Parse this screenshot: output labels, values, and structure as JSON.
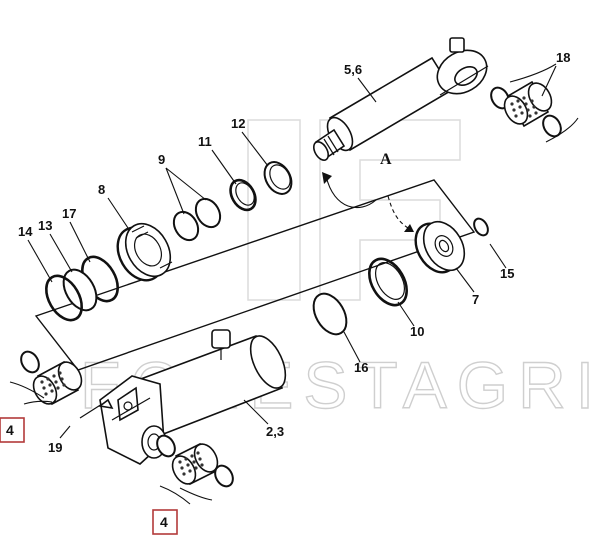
{
  "diagram": {
    "watermark": "FORESTAGRI",
    "labels": {
      "p56": "5,6",
      "p18": "18",
      "p12": "12",
      "p11": "11",
      "p9": "9",
      "p8": "8",
      "p17": "17",
      "p13": "13",
      "p14": "14",
      "p15": "15",
      "p7": "7",
      "p10": "10",
      "p16": "16",
      "p23": "2,3",
      "p19": "19",
      "box_left": "4",
      "box_bottom": "4",
      "detail": "A"
    },
    "highlight_color": "#b23a3a"
  }
}
